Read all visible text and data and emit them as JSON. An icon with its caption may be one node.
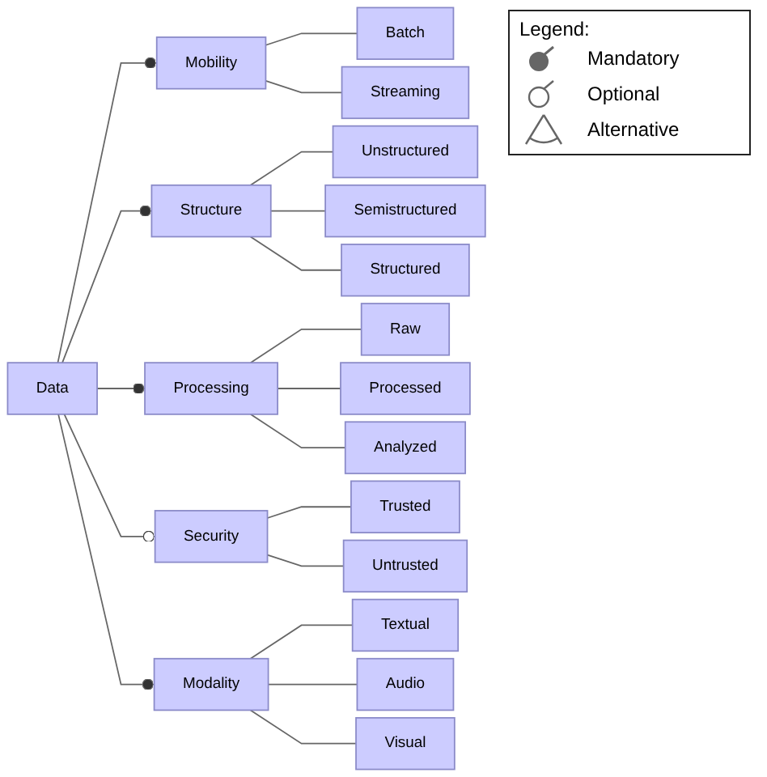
{
  "diagram": {
    "nodes": [
      {
        "text": [
          "Data"
        ]
      },
      {
        "text": [
          "Mobility"
        ]
      },
      {
        "text": [
          "Batch"
        ]
      },
      {
        "text": [
          "Streaming"
        ]
      },
      {
        "text": [
          "Structure"
        ]
      },
      {
        "text": [
          "Unstructured"
        ]
      },
      {
        "text": [
          "Semistructured"
        ]
      },
      {
        "text": [
          "Structured"
        ]
      },
      {
        "text": [
          "Processing"
        ]
      },
      {
        "text": [
          "Raw"
        ]
      },
      {
        "text": [
          "Processed"
        ]
      },
      {
        "text": [
          "Analyzed"
        ]
      },
      {
        "text": [
          "Security"
        ]
      },
      {
        "text": [
          "Trusted"
        ]
      },
      {
        "text": [
          "Untrusted"
        ]
      },
      {
        "text": [
          "Modality"
        ]
      },
      {
        "text": [
          "Textual"
        ]
      },
      {
        "text": [
          "Audio"
        ]
      },
      {
        "text": [
          "Visual"
        ]
      }
    ],
    "edges": [
      {
        "from": 0,
        "to": 1,
        "arrow": "other"
      },
      {
        "from": 1,
        "to": 2,
        "arrow": "none"
      },
      {
        "from": 1,
        "to": 3,
        "arrow": "none"
      },
      {
        "from": 0,
        "to": 4,
        "arrow": "other"
      },
      {
        "from": 4,
        "to": 5,
        "arrow": "none"
      },
      {
        "from": 4,
        "to": 6,
        "arrow": "none"
      },
      {
        "from": 4,
        "to": 7,
        "arrow": "none"
      },
      {
        "from": 0,
        "to": 8,
        "arrow": "other"
      },
      {
        "from": 8,
        "to": 9,
        "arrow": "none"
      },
      {
        "from": 8,
        "to": 10,
        "arrow": "none"
      },
      {
        "from": 8,
        "to": 11,
        "arrow": "none"
      },
      {
        "from": 0,
        "to": 12,
        "arrow": "other"
      },
      {
        "from": 12,
        "to": 13,
        "arrow": "none"
      },
      {
        "from": 12,
        "to": 14,
        "arrow": "none"
      },
      {
        "from": 0,
        "to": 15,
        "arrow": "other"
      },
      {
        "from": 15,
        "to": 16,
        "arrow": "none"
      },
      {
        "from": 15,
        "to": 17,
        "arrow": "none"
      },
      {
        "from": 15,
        "to": 18,
        "arrow": "none"
      }
    ],
    "labels": [
      "Legend:"
    ],
    "legend": [
      {
        "text": "Mandatory"
      },
      {
        "text": "Optional"
      },
      {
        "text": "Alternative"
      }
    ]
  }
}
